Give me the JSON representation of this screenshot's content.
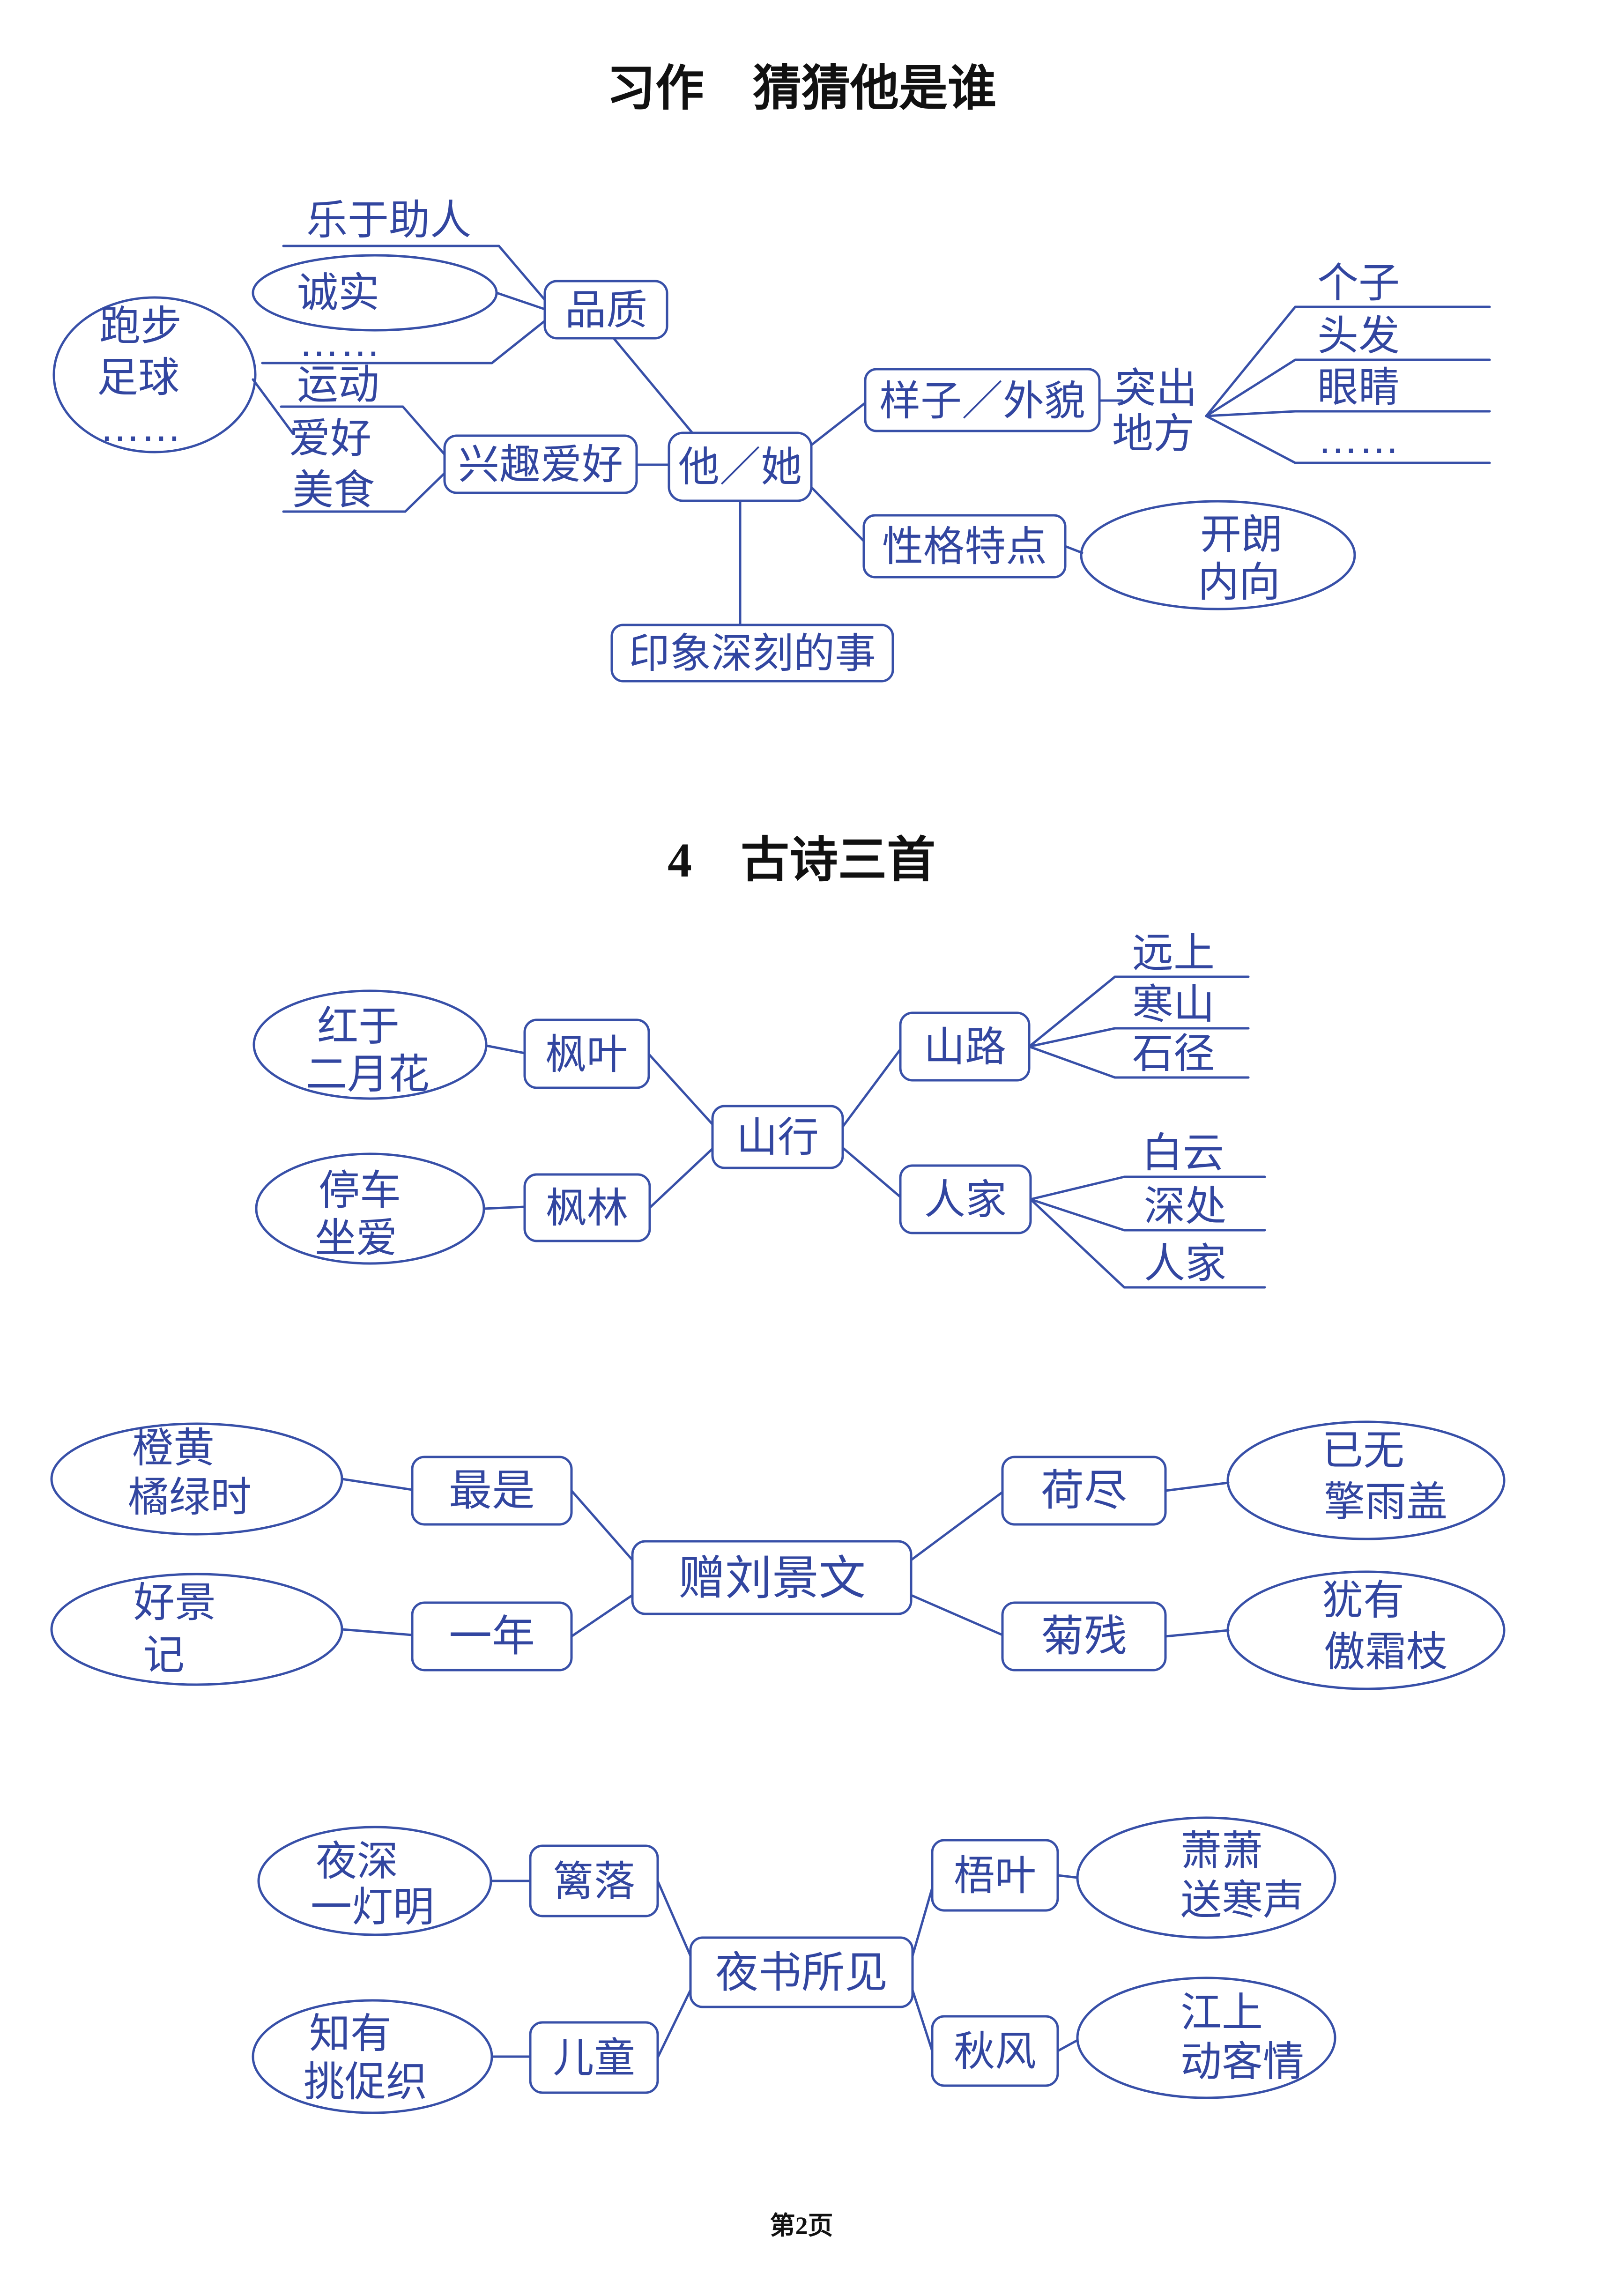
{
  "page": {
    "title_top": "习作　猜猜他是谁",
    "title_section": "4　古诗三首",
    "footer": "第2页"
  },
  "colors": {
    "ink": "#3850a8",
    "title_text": "#111111",
    "paper": "#ffffff"
  },
  "map_writing": {
    "center": "他／她",
    "quality": "品质",
    "quality_items": [
      "乐于助人",
      "诚实",
      "……"
    ],
    "hobby": "兴趣爱好",
    "hobby_items": [
      "运动",
      "爱好",
      "美食"
    ],
    "hobby_leaves": [
      "跑步",
      "足球",
      "……"
    ],
    "appearance": "样子／外貌",
    "highlight": [
      "突出",
      "地方"
    ],
    "appearance_items": [
      "个子",
      "头发",
      "眼睛",
      "……"
    ],
    "personality": "性格特点",
    "personality_items": [
      "开朗",
      "内向"
    ],
    "memorable": "印象深刻的事"
  },
  "map_shanxing": {
    "center": "山行",
    "maple_leaf": "枫叶",
    "maple_leaf_detail": [
      "红于",
      "二月花"
    ],
    "maple_forest": "枫林",
    "maple_forest_detail": [
      "停车",
      "坐爱"
    ],
    "mountain_path": "山路",
    "mountain_path_detail": [
      "远上",
      "寒山",
      "石径"
    ],
    "households": "人家",
    "households_detail": [
      "白云",
      "深处",
      "人家"
    ]
  },
  "map_zengliujingwen": {
    "center": "赠刘景文",
    "zuishi": "最是",
    "zuishi_detail": [
      "橙黄",
      "橘绿时"
    ],
    "yinian": "一年",
    "yinian_detail": [
      "好景",
      "记"
    ],
    "hejin": "荷尽",
    "hejin_detail": [
      "已无",
      "擎雨盖"
    ],
    "jucan": "菊残",
    "jucan_detail": [
      "犹有",
      "傲霜枝"
    ]
  },
  "map_yeshusuojian": {
    "center": "夜书所见",
    "liluo": "篱落",
    "liluo_detail": [
      "夜深",
      "一灯明"
    ],
    "ertong": "儿童",
    "ertong_detail": [
      "知有",
      "挑促织"
    ],
    "wuye": "梧叶",
    "wuye_detail": [
      "萧萧",
      "送寒声"
    ],
    "qiufeng": "秋风",
    "qiufeng_detail": [
      "江上",
      "动客情"
    ]
  }
}
